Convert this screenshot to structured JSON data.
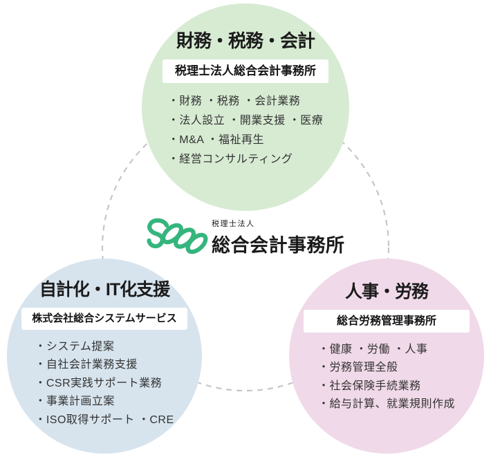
{
  "page": {
    "background": "#ffffff"
  },
  "center": {
    "logo_icon": "chain-links-logo",
    "company_prefix": "税理士法人",
    "company_name": "総合会計事務所"
  },
  "circles": [
    {
      "id": "finance-tax-accounting",
      "title": "財務・税務・会計",
      "badge": "税理士法人総合会計事務所",
      "items": [
        "・財務 ・税務 ・会計業務",
        "・法人設立 ・開業支援 ・医療",
        "・M&A ・福祉再生",
        "・経営コンサルティング"
      ],
      "bg_color": "#d7ebd3"
    },
    {
      "id": "jikeika-it-support",
      "title": "自計化・IT化支援",
      "badge": "株式会社総合システムサービス",
      "items": [
        "・システム提案",
        "・自社会計業務支援",
        "・CSR実践サポート業務",
        "・事業計画立案",
        "・ISO取得サポート ・CRE"
      ],
      "bg_color": "#d7e4ee"
    },
    {
      "id": "hr-labor",
      "title": "人事・労務",
      "badge": "総合労務管理事務所",
      "items": [
        "・健康 ・労働 ・人事",
        "・労務管理全般",
        "・社会保険手続業務",
        "・給与計算、就業規則作成"
      ],
      "bg_color": "#f0d9e8"
    }
  ],
  "colors": {
    "dashed_ring": "#c6c6c6",
    "badge_bg": "#ffffff",
    "title_text": "#1b1b1b",
    "list_text": "#333333",
    "logo_green": "#35b57d"
  }
}
